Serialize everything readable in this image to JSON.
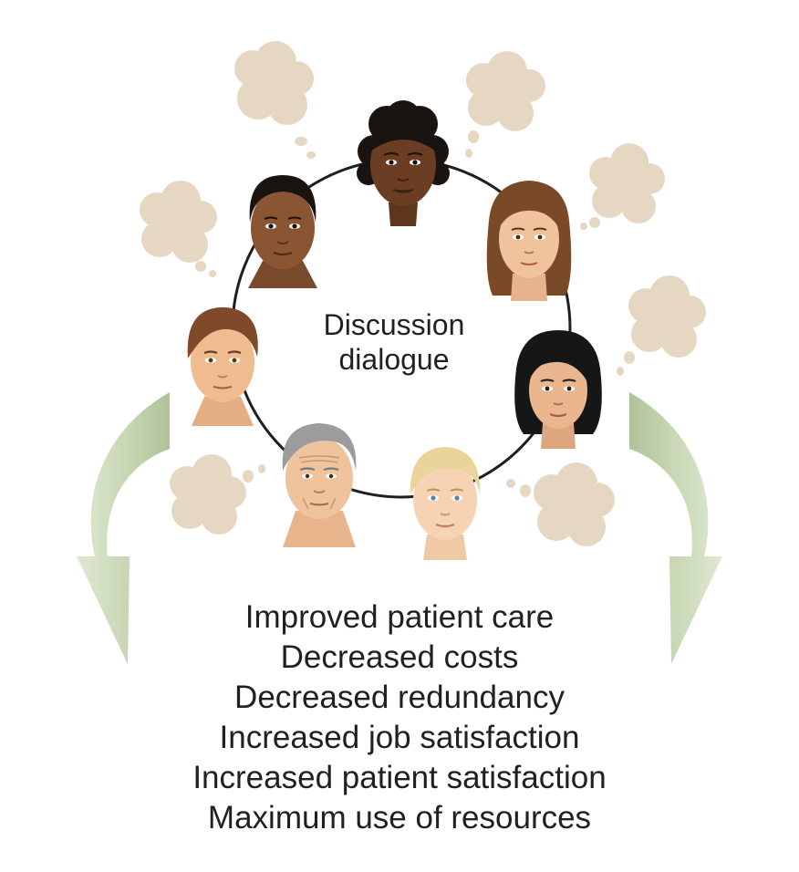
{
  "center": {
    "line1": "Discussion",
    "line2": "dialogue"
  },
  "outcomes": [
    "Improved patient care",
    "Decreased costs",
    "Decreased redundancy",
    "Increased job satisfaction",
    "Increased patient satisfaction",
    "Maximum use of resources"
  ],
  "colors": {
    "ring": "#1f1f1f",
    "thought_cloud": "#e6d7c3",
    "arrow_light": "#dde6cf",
    "arrow_dark": "#b5c7a0",
    "text": "#231f20"
  },
  "people": [
    {
      "skin": "#6b3e24",
      "hair": "#1a1410",
      "hair_style": "curly"
    },
    {
      "skin": "#f0c39c",
      "hair": "#7a4a28",
      "hair_style": "long"
    },
    {
      "skin": "#e9b68d",
      "hair": "#161616",
      "hair_style": "long"
    },
    {
      "skin": "#f6d4b3",
      "hair": "#e9d49a",
      "hair_style": "short"
    },
    {
      "skin": "#efc49c",
      "hair": "#9c9c9c",
      "hair_style": "short"
    },
    {
      "skin": "#efbc90",
      "hair": "#80492a",
      "hair_style": "short"
    },
    {
      "skin": "#8a5533",
      "hair": "#1a1410",
      "hair_style": "short"
    }
  ]
}
